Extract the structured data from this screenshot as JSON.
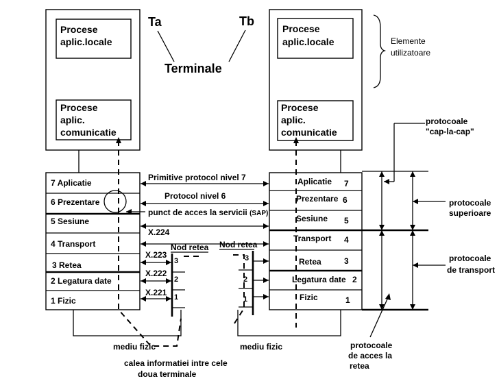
{
  "terminal_a": {
    "label": "Ta",
    "local_box": [
      "Procese",
      "aplic.locale"
    ],
    "comm_box": [
      "Procese",
      "aplic.",
      "comunicatie"
    ]
  },
  "terminal_b": {
    "label": "Tb",
    "local_box": [
      "Procese",
      "aplic.locale"
    ],
    "comm_box": [
      "Procese",
      "aplic.",
      "comunicatie"
    ]
  },
  "terminals_label": "Terminale",
  "user_elements": [
    "Elemente",
    "utilizatoare"
  ],
  "left_layers": [
    "7 Aplicatie",
    "6 Prezentare",
    "5 Sesiune",
    "4 Transport",
    "3 Retea",
    "2 Legatura date",
    "1 Fizic"
  ],
  "right_layers": [
    {
      "name": "Aplicatie",
      "num": "7"
    },
    {
      "name": "Prezentare",
      "num": "6"
    },
    {
      "name": "Sesiune",
      "num": "5"
    },
    {
      "name": "Transport",
      "num": "4"
    },
    {
      "name": "Retea",
      "num": "3"
    },
    {
      "name": "Legatura date",
      "num": "2"
    },
    {
      "name": "Fizic",
      "num": "1"
    }
  ],
  "protocol_labels": {
    "primitives": "Primitive protocol nivel 7",
    "level6": "Protocol nivel 6",
    "sap": "punct de acces la servicii",
    "sap_abbr": "(SAP)",
    "x224": "X.224",
    "x223": "X.223",
    "x222": "X.222",
    "x221": "X.221"
  },
  "network_nodes": [
    "Nod retea",
    "Nod retea"
  ],
  "node_levels": [
    "3",
    "2",
    "1"
  ],
  "physical_media": [
    "mediu fizic",
    "mediu fizic"
  ],
  "info_path": [
    "calea informatiei intre cele",
    "doua terminale"
  ],
  "right_annotations": {
    "peer": [
      "protocoale",
      "\"cap-la-cap\""
    ],
    "upper": [
      "protocoale",
      "superioare"
    ],
    "transport": [
      "protocoale",
      "de transport"
    ],
    "network_access": [
      "protocoale",
      "de acces la",
      "retea"
    ]
  }
}
